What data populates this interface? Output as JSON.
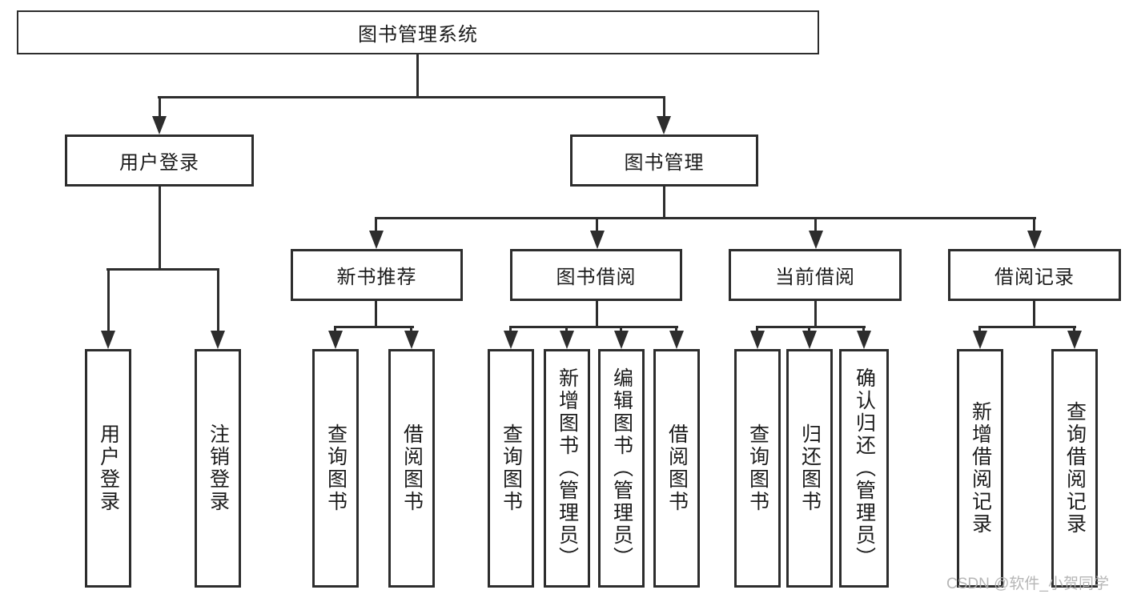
{
  "diagram": {
    "root": "图书管理系统",
    "level2": {
      "user_login": "用户登录",
      "book_management": "图书管理"
    },
    "level3": {
      "new_book_recommend": "新书推荐",
      "book_borrow": "图书借阅",
      "current_borrow": "当前借阅",
      "borrow_records": "借阅记录"
    },
    "leaves": {
      "user_login": "用户登录",
      "logout": "注销登录",
      "query_book_recommend": "查询图书",
      "borrow_book_recommend": "借阅图书",
      "query_book_borrow": "查询图书",
      "add_book_admin": "新增图书（管理员）",
      "edit_book_admin": "编辑图书（管理员）",
      "borrow_book_borrow": "借阅图书",
      "query_book_current": "查询图书",
      "return_book": "归还图书",
      "confirm_return_admin": "确认归还（管理员）",
      "add_borrow_record": "新增借阅记录",
      "query_borrow_record": "查询借阅记录"
    }
  },
  "watermark": "CSDN @软件_小贺同学",
  "colors": {
    "line": "#2d2d2d",
    "text": "#1c1c1c",
    "watermark": "#b0b0b0",
    "background": "#ffffff"
  }
}
